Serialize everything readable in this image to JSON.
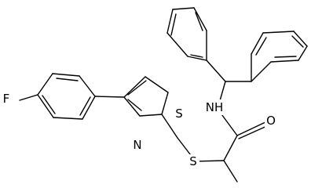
{
  "structure": {
    "atoms": {
      "fluorine": "F",
      "sulfur_ring": "S",
      "nitrogen_ring": "N",
      "sulfur_thioether": "S",
      "amide_nh": "NH",
      "oxygen": "O"
    }
  }
}
